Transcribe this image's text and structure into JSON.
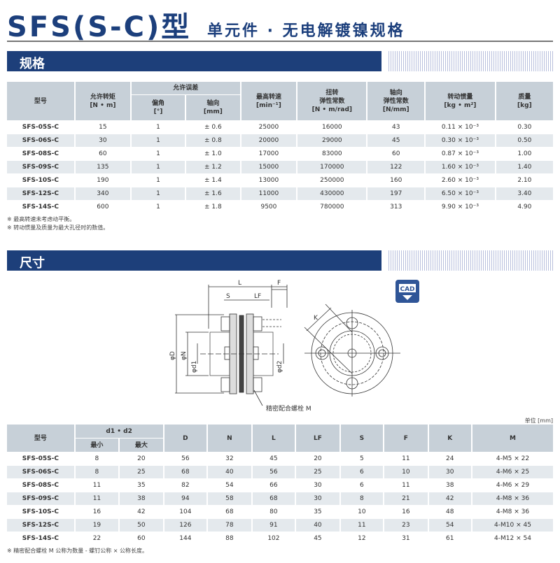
{
  "title": "SFS(S-C)型",
  "subtitle": "单元件 · 无电解镀镍规格",
  "section1": "规格",
  "section2": "尺寸",
  "spec_table": {
    "h_model": "型号",
    "h_torque": "允许转矩",
    "h_torque_u": "[N • m]",
    "h_mis": "允许误差",
    "h_angle": "偏角",
    "h_angle_u": "[°]",
    "h_axial": "轴向",
    "h_axial_u": "[mm]",
    "h_speed": "最高转速",
    "h_speed_u": "[min⁻¹]",
    "h_tstiff1": "扭转",
    "h_tstiff2": "弹性常数",
    "h_tstiff_u": "[N • m/rad]",
    "h_astiff1": "轴向",
    "h_astiff2": "弹性常数",
    "h_astiff_u": "[N/mm]",
    "h_inertia": "转动惯量",
    "h_inertia_u": "[kg • m²]",
    "h_mass": "质量",
    "h_mass_u": "[kg]",
    "rows": [
      [
        "SFS-05S-C",
        "15",
        "1",
        "± 0.6",
        "25000",
        "16000",
        "43",
        "0.11 × 10⁻³",
        "0.30"
      ],
      [
        "SFS-06S-C",
        "30",
        "1",
        "± 0.8",
        "20000",
        "29000",
        "45",
        "0.30 × 10⁻³",
        "0.50"
      ],
      [
        "SFS-08S-C",
        "60",
        "1",
        "± 1.0",
        "17000",
        "83000",
        "60",
        "0.87 × 10⁻³",
        "1.00"
      ],
      [
        "SFS-09S-C",
        "135",
        "1",
        "± 1.2",
        "15000",
        "170000",
        "122",
        "1.60 × 10⁻³",
        "1.40"
      ],
      [
        "SFS-10S-C",
        "190",
        "1",
        "± 1.4",
        "13000",
        "250000",
        "160",
        "2.60 × 10⁻³",
        "2.10"
      ],
      [
        "SFS-12S-C",
        "340",
        "1",
        "± 1.6",
        "11000",
        "430000",
        "197",
        "6.50 × 10⁻³",
        "3.40"
      ],
      [
        "SFS-14S-C",
        "600",
        "1",
        "± 1.8",
        "9500",
        "780000",
        "313",
        "9.90 × 10⁻³",
        "4.90"
      ]
    ],
    "notes": [
      "※ 最高转速未考虑动平衡。",
      "※ 转动惯量及质量为最大孔径时的数值。"
    ]
  },
  "diagram": {
    "L": "L",
    "F": "F",
    "S": "S",
    "LF": "LF",
    "D": "φD",
    "N": "φN",
    "d1": "φd1",
    "d2": "φd2",
    "K": "K",
    "bolt": "精密配合螺栓 M",
    "cad": "CAD"
  },
  "unit": "单位 [mm]",
  "dim_table": {
    "h_model": "型号",
    "h_d": "d1 • d2",
    "h_min": "最小",
    "h_max": "最大",
    "cols": [
      "D",
      "N",
      "L",
      "LF",
      "S",
      "F",
      "K",
      "M"
    ],
    "rows": [
      [
        "SFS-05S-C",
        "8",
        "20",
        "56",
        "32",
        "45",
        "20",
        "5",
        "11",
        "24",
        "4-M5 × 22"
      ],
      [
        "SFS-06S-C",
        "8",
        "25",
        "68",
        "40",
        "56",
        "25",
        "6",
        "10",
        "30",
        "4-M6 × 25"
      ],
      [
        "SFS-08S-C",
        "11",
        "35",
        "82",
        "54",
        "66",
        "30",
        "6",
        "11",
        "38",
        "4-M6 × 29"
      ],
      [
        "SFS-09S-C",
        "11",
        "38",
        "94",
        "58",
        "68",
        "30",
        "8",
        "21",
        "42",
        "4-M8 × 36"
      ],
      [
        "SFS-10S-C",
        "16",
        "42",
        "104",
        "68",
        "80",
        "35",
        "10",
        "16",
        "48",
        "4-M8 × 36"
      ],
      [
        "SFS-12S-C",
        "19",
        "50",
        "126",
        "78",
        "91",
        "40",
        "11",
        "23",
        "54",
        "4-M10 × 45"
      ],
      [
        "SFS-14S-C",
        "22",
        "60",
        "144",
        "88",
        "102",
        "45",
        "12",
        "31",
        "61",
        "4-M12 × 54"
      ]
    ],
    "note": "※ 精密配合螺栓 M 公称为数量 - 螺钉公称 × 公称长度。"
  }
}
